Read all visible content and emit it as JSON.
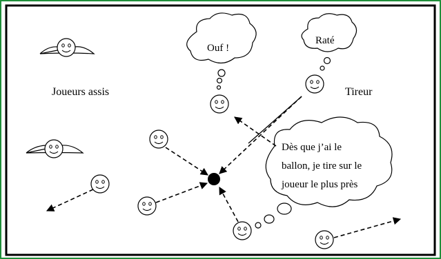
{
  "frame": {
    "border_color": "#1f8f3a"
  },
  "labels": {
    "seated_players": "Joueurs assis",
    "shooter": "Tireur"
  },
  "bubbles": {
    "ouf": "Ouf !",
    "rate": "Raté",
    "statement_line1": "Dès que j’ai le",
    "statement_line2": "ballon, je tire sur le",
    "statement_line3": "joueur le plus près"
  },
  "icons": {
    "player": "smiley-face-icon",
    "seated_player": "seated-smiley-icon",
    "ball": "ball-icon"
  }
}
